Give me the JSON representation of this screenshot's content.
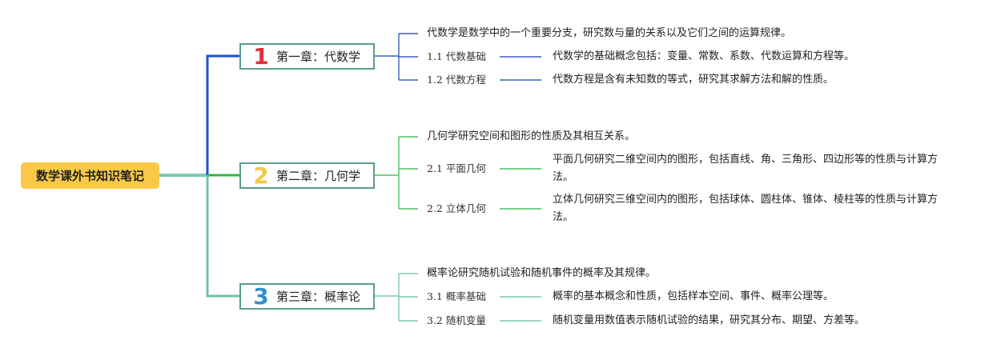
{
  "root": {
    "title": "数学课外书知识笔记"
  },
  "chapters": [
    {
      "number": "1",
      "title": "第一章：代数学",
      "color": "#e0303d",
      "branch_color": "#1d4fd6",
      "summary": "代数学是数学中的一个重要分支，研究数与量的关系以及它们之间的运算规律。",
      "sections": [
        {
          "label": "1.1 代数基础",
          "desc": "代数学的基础概念包括：变量、常数、系数、代数运算和方程等。"
        },
        {
          "label": "1.2 代数方程",
          "desc": "代数方程是含有未知数的等式，研究其求解方法和解的性质。"
        }
      ]
    },
    {
      "number": "2",
      "title": "第二章：几何学",
      "color": "#f5c842",
      "branch_color": "#2bb84a",
      "summary": "几何学研究空间和图形的性质及其相互关系。",
      "sections": [
        {
          "label": "2.1 平面几何",
          "desc": "平面几何研究二维空间内的图形，包括直线、角、三角形、四边形等的性质与计算方法。"
        },
        {
          "label": "2.2 立体几何",
          "desc": "立体几何研究三维空间内的图形，包括球体、圆柱体、锥体、棱柱等的性质与计算方法。"
        }
      ]
    },
    {
      "number": "3",
      "title": "第三章：概率论",
      "color": "#2f8fd1",
      "branch_color": "#6ec3b0",
      "summary": "概率论研究随机试验和随机事件的概率及其规律。",
      "sections": [
        {
          "label": "3.1 概率基础",
          "desc": "概率的基本概念和性质，包括样本空间、事件、概率公理等。"
        },
        {
          "label": "3.2 随机变量",
          "desc": "随机变量用数值表示随机试验的结果，研究其分布、期望、方差等。"
        }
      ]
    }
  ]
}
